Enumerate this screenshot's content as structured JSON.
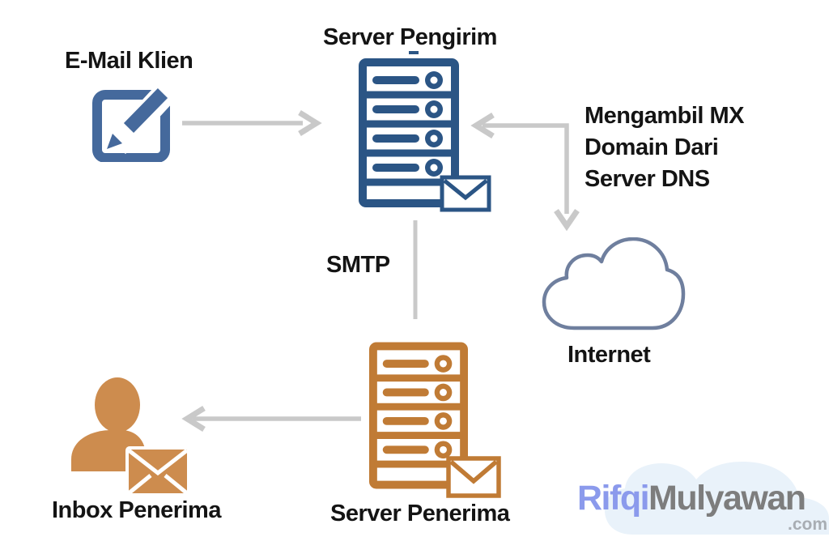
{
  "colors": {
    "navy": "#2b5585",
    "steel": "#45699c",
    "orange": "#c07b35",
    "tan": "#cd8c4e",
    "arrow": "#c9c9c9",
    "cloudline": "#6f7f9e",
    "text_dark": "#141414",
    "wm_blue": "#8b9aec",
    "wm_gray": "#7d7d7d",
    "wm_com": "#a8adb3",
    "wm_bg": "#e9f2fa"
  },
  "nodes": {
    "email_client": {
      "label": "E-Mail Klien",
      "icon": "compose-icon"
    },
    "sending_server": {
      "label": "Server Pengirim",
      "icon": "server-stack-icon"
    },
    "dns_note": {
      "lines": [
        "Mengambil MX",
        "Domain Dari",
        "Server DNS"
      ]
    },
    "internet": {
      "label": "Internet",
      "icon": "cloud-icon"
    },
    "smtp_link": {
      "label": "SMTP"
    },
    "receiving_server": {
      "label": "Server Penerima",
      "icon": "server-stack-icon"
    },
    "inbox": {
      "label": "Inbox Penerima",
      "icons": [
        "person-icon",
        "envelope-icon"
      ]
    }
  },
  "watermark": {
    "brand_blue": "Rifqi",
    "brand_gray": "Mulyawan",
    "suffix": ".com"
  }
}
